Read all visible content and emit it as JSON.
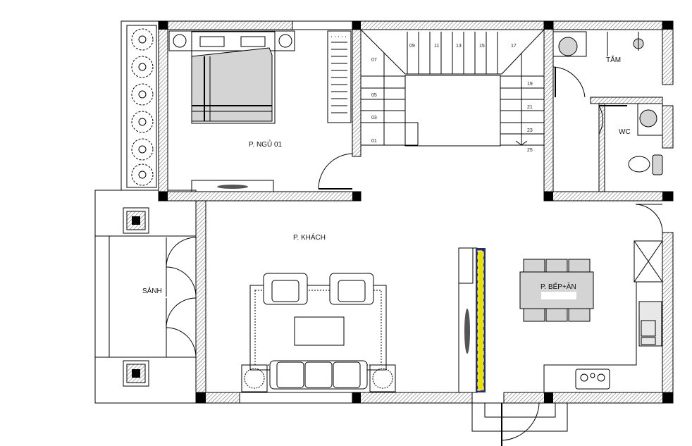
{
  "rooms": {
    "bedroom": "P. NGỦ 01",
    "living": "P. KHÁCH",
    "lobby": "SẢNH",
    "kitchen_dining": "P. BẾP+ĂN",
    "shower": "TẮM",
    "wc": "WC"
  },
  "stair_steps": [
    "01",
    "03",
    "05",
    "07",
    "09",
    "11",
    "13",
    "15",
    "17",
    "19",
    "21",
    "23",
    "25"
  ],
  "colors": {
    "wall_hatch": "#777777",
    "furniture": "#d4d4d4",
    "led_strip": "#e8e000"
  }
}
